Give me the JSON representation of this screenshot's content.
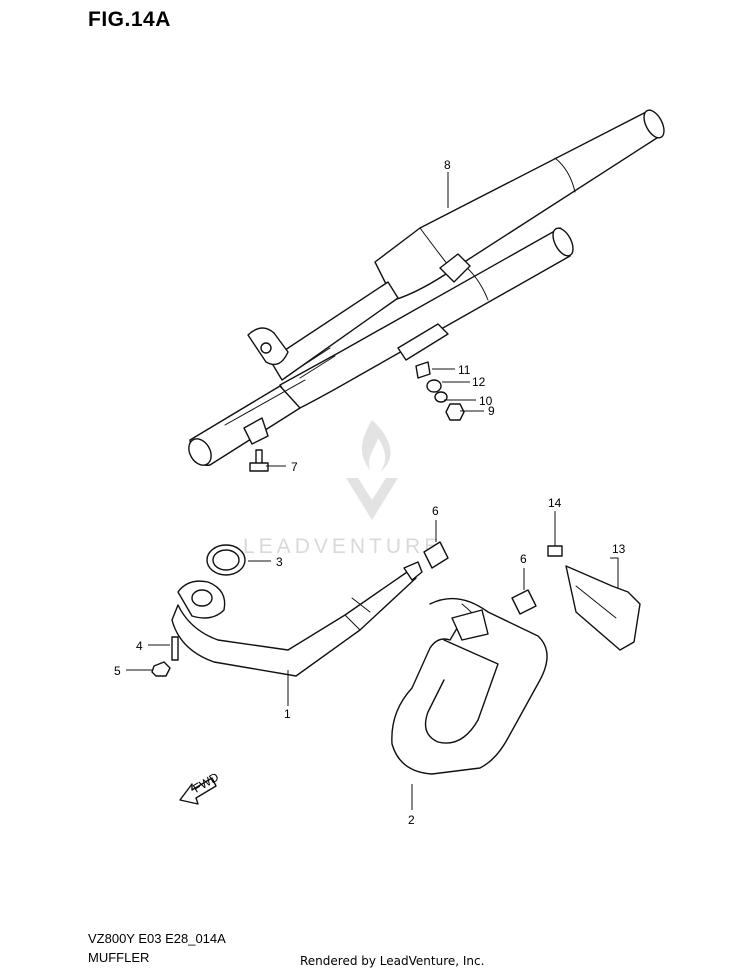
{
  "figure": {
    "title": "FIG.14A",
    "model_code": "VZ800Y E03 E28_014A",
    "section": "MUFFLER",
    "credit": "Rendered by LeadVenture, Inc.",
    "watermark": "LEADVENTURE",
    "fwd_label": "FWD"
  },
  "callouts": [
    {
      "id": "c1",
      "label": "1"
    },
    {
      "id": "c2",
      "label": "2"
    },
    {
      "id": "c3",
      "label": "3"
    },
    {
      "id": "c4",
      "label": "4"
    },
    {
      "id": "c5",
      "label": "5"
    },
    {
      "id": "c6a",
      "label": "6"
    },
    {
      "id": "c6b",
      "label": "6"
    },
    {
      "id": "c7",
      "label": "7"
    },
    {
      "id": "c8",
      "label": "8"
    },
    {
      "id": "c9",
      "label": "9"
    },
    {
      "id": "c10",
      "label": "10"
    },
    {
      "id": "c11",
      "label": "11"
    },
    {
      "id": "c12",
      "label": "12"
    },
    {
      "id": "c13",
      "label": "13"
    },
    {
      "id": "c14",
      "label": "14"
    }
  ],
  "colors": {
    "line": "#111111",
    "watermark": "#d9d9d9",
    "background": "#ffffff"
  }
}
